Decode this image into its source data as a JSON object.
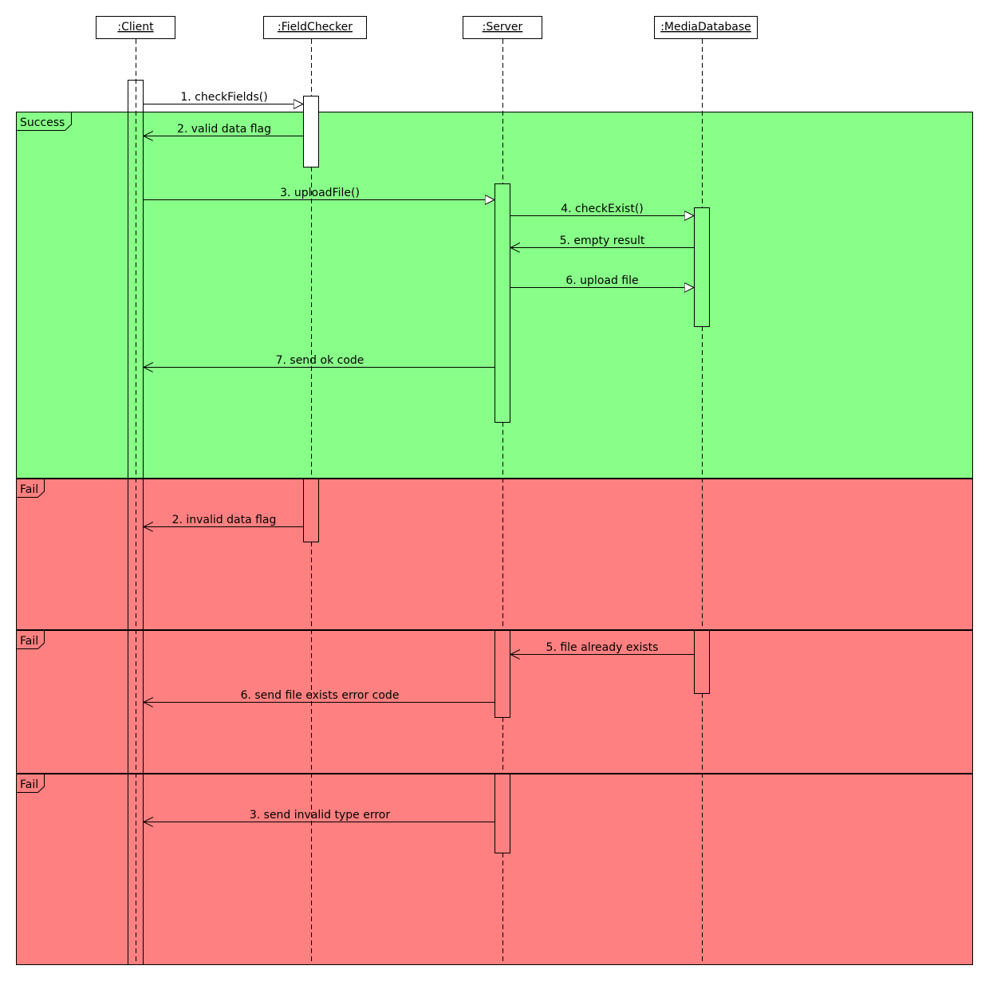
{
  "participants": [
    {
      "id": "client",
      "label": ":Client"
    },
    {
      "id": "fieldchecker",
      "label": ":FieldChecker"
    },
    {
      "id": "server",
      "label": ":Server"
    },
    {
      "id": "mediadatabase",
      "label": ":MediaDatabase"
    }
  ],
  "fragments": [
    {
      "id": "success",
      "label": "Success",
      "fill": "#88ff88",
      "messages": [
        {
          "label": "1. checkFields()",
          "from": "client",
          "to": "fieldchecker",
          "kind": "call"
        },
        {
          "label": "2. valid data flag",
          "from": "fieldchecker",
          "to": "client",
          "kind": "return"
        },
        {
          "label": "3. uploadFile()",
          "from": "client",
          "to": "server",
          "kind": "call"
        },
        {
          "label": "4. checkExist()",
          "from": "server",
          "to": "mediadatabase",
          "kind": "call"
        },
        {
          "label": "5. empty result",
          "from": "mediadatabase",
          "to": "server",
          "kind": "return"
        },
        {
          "label": "6. upload file",
          "from": "server",
          "to": "mediadatabase",
          "kind": "call"
        },
        {
          "label": "7. send ok code",
          "from": "server",
          "to": "client",
          "kind": "return"
        }
      ]
    },
    {
      "id": "fail-1",
      "label": "Fail",
      "fill": "#ff8080",
      "messages": [
        {
          "label": "2. invalid data flag",
          "from": "fieldchecker",
          "to": "client",
          "kind": "return"
        }
      ]
    },
    {
      "id": "fail-2",
      "label": "Fail",
      "fill": "#ff8080",
      "messages": [
        {
          "label": "5. file already exists",
          "from": "mediadatabase",
          "to": "server",
          "kind": "return"
        },
        {
          "label": "6. send file exists error code",
          "from": "server",
          "to": "client",
          "kind": "return"
        }
      ]
    },
    {
      "id": "fail-3",
      "label": "Fail",
      "fill": "#ff8080",
      "messages": [
        {
          "label": "3. send invalid type error",
          "from": "server",
          "to": "client",
          "kind": "return"
        }
      ]
    }
  ]
}
